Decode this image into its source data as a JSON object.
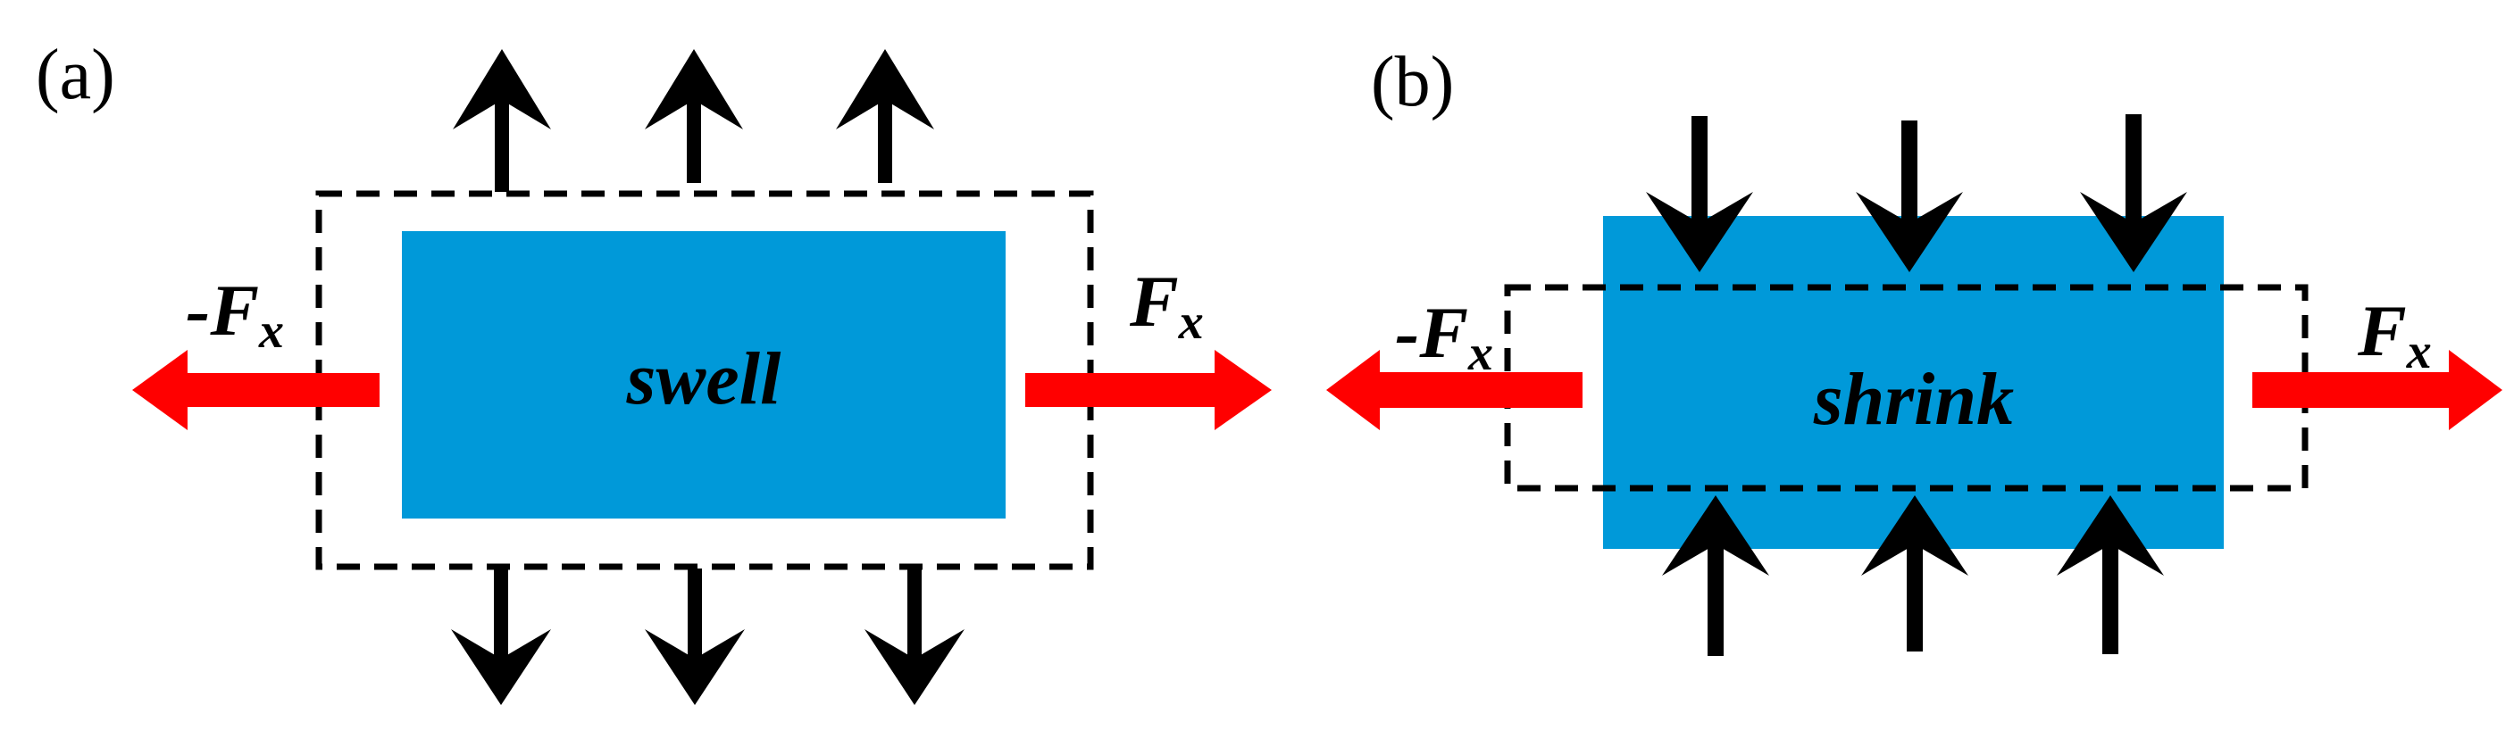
{
  "colors": {
    "block": "#0099d9",
    "force_arrow": "#ff0000",
    "pressure_arrow": "#000000",
    "boundary": "#000000"
  },
  "panels": [
    {
      "label": "(a)",
      "block_text": "swell",
      "left_force": {
        "sign": "-",
        "symbol": "F",
        "subscript": "x"
      },
      "right_force": {
        "symbol": "F",
        "subscript": "x"
      },
      "pressure_direction": "outward"
    },
    {
      "label": "(b)",
      "block_text": "shrink",
      "left_force": {
        "sign": "-",
        "symbol": "F",
        "subscript": "x"
      },
      "right_force": {
        "symbol": "F",
        "subscript": "x"
      },
      "pressure_direction": "inward"
    }
  ]
}
